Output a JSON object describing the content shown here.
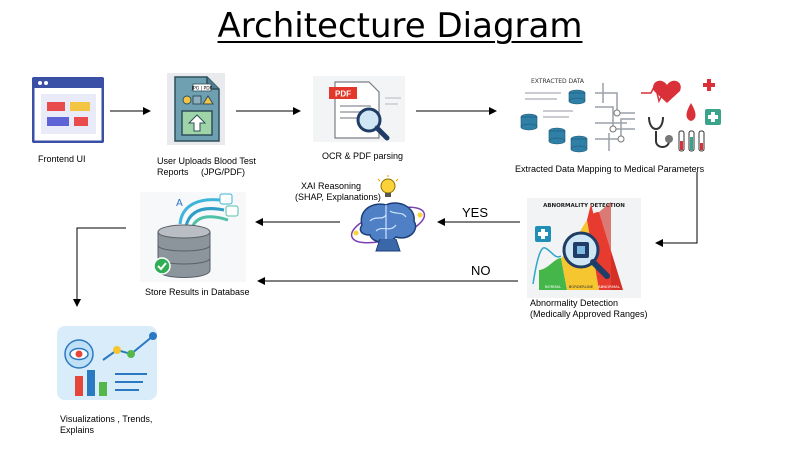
{
  "title": "Architecture Diagram",
  "nodes": {
    "frontend": "Frontend UI",
    "upload_line1": "User Uploads Blood Test",
    "upload_line2": "Reports     (JPG/PDF)",
    "ocr": "OCR & PDF parsing",
    "mapping": "Extracted Data Mapping to Medical Parameters",
    "xai_line1": "XAI Reasoning",
    "xai_line2": "(SHAP, Explanations)",
    "store": "Store Results in Database",
    "abn_line1": "Abnormality Detection",
    "abn_line2": "(Medically Approved Ranges)",
    "viz_line1": "Visualizations , Trends,",
    "viz_line2": "Explains"
  },
  "edges": {
    "yes": "YES",
    "no": "NO"
  },
  "icon_text": {
    "pdf": "PDF",
    "jpg_pdf": "JPG | PDF",
    "extracted_data": "EXTRACTED DATA",
    "abnormality_detection": "ABNORMALITY DETECTION",
    "normal": "NORMAL",
    "borderline": "BORDERLINE",
    "abnormal": "ABNORMAL"
  }
}
